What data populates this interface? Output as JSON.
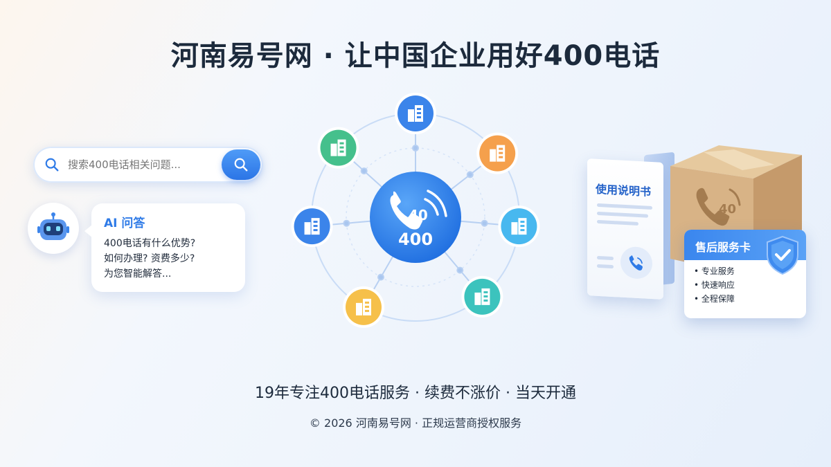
{
  "title": "河南易号网 · 让中国企业用好400电话",
  "search": {
    "placeholder": "搜索400电话相关问题...",
    "icon": "search-icon",
    "button_icon": "search-icon"
  },
  "ai_chat": {
    "avatar_icon": "robot-icon",
    "title": "AI 问答",
    "lines": [
      "400电话有什么优势?",
      "如何办理? 资费多少?",
      "为您智能解答..."
    ]
  },
  "network": {
    "center_label": "400",
    "center_icon": "phone-icon",
    "nodes": [
      {
        "icon": "building-icon",
        "color": "#3b84ea"
      },
      {
        "icon": "building-icon",
        "color": "#f5a04c"
      },
      {
        "icon": "building-icon",
        "color": "#48b8ef"
      },
      {
        "icon": "building-icon",
        "color": "#3cc3bd"
      },
      {
        "icon": "building-icon",
        "color": "#f6c04a"
      },
      {
        "icon": "building-icon",
        "color": "#3b84ea"
      },
      {
        "icon": "building-icon",
        "color": "#45c08c"
      }
    ]
  },
  "manual": {
    "title": "使用说明书",
    "icon": "phone-icon"
  },
  "box": {
    "label": "40",
    "icon": "phone-icon"
  },
  "service_card": {
    "title": "售后服务卡",
    "items": [
      "• 专业服务",
      "• 快速响应",
      "• 全程保障"
    ],
    "icon": "shield-check-icon"
  },
  "subtitle": "19年专注400电话服务 · 续费不涨价 · 当天开通",
  "copyright": "© 2026 河南易号网 · 正规运营商授权服务",
  "colors": {
    "accent": "#2f7be7",
    "title": "#1c2a3c"
  }
}
